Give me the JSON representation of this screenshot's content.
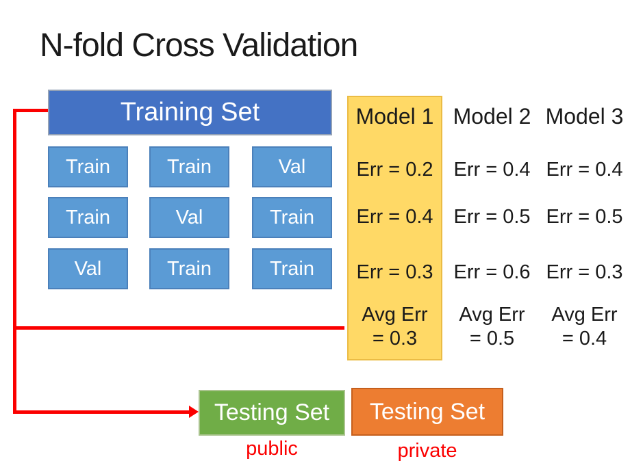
{
  "title": "N-fold Cross Validation",
  "colors": {
    "header_blue": "#4472c4",
    "cell_blue": "#5b9bd5",
    "highlight_yellow": "#ffd966",
    "testing_green": "#70ad47",
    "testing_orange": "#ed7d31",
    "connector_red": "#fb0000",
    "text_black": "#1a1a1a",
    "text_white": "#ffffff"
  },
  "training": {
    "header": "Training Set",
    "grid": [
      [
        "Train",
        "Train",
        "Val"
      ],
      [
        "Train",
        "Val",
        "Train"
      ],
      [
        "Val",
        "Train",
        "Train"
      ]
    ]
  },
  "models": [
    {
      "name": "Model 1",
      "highlighted": true,
      "errors": [
        "Err = 0.2",
        "Err = 0.4",
        "Err = 0.3"
      ],
      "avg_label": "Avg Err",
      "avg_value": "= 0.3"
    },
    {
      "name": "Model 2",
      "highlighted": false,
      "errors": [
        "Err = 0.4",
        "Err = 0.5",
        "Err = 0.6"
      ],
      "avg_label": "Avg Err",
      "avg_value": "= 0.5"
    },
    {
      "name": "Model 3",
      "highlighted": false,
      "errors": [
        "Err = 0.4",
        "Err = 0.5",
        "Err = 0.3"
      ],
      "avg_label": "Avg Err",
      "avg_value": "= 0.4"
    }
  ],
  "testing_sets": [
    {
      "label": "Testing Set",
      "caption": "public"
    },
    {
      "label": "Testing Set",
      "caption": "private"
    }
  ]
}
